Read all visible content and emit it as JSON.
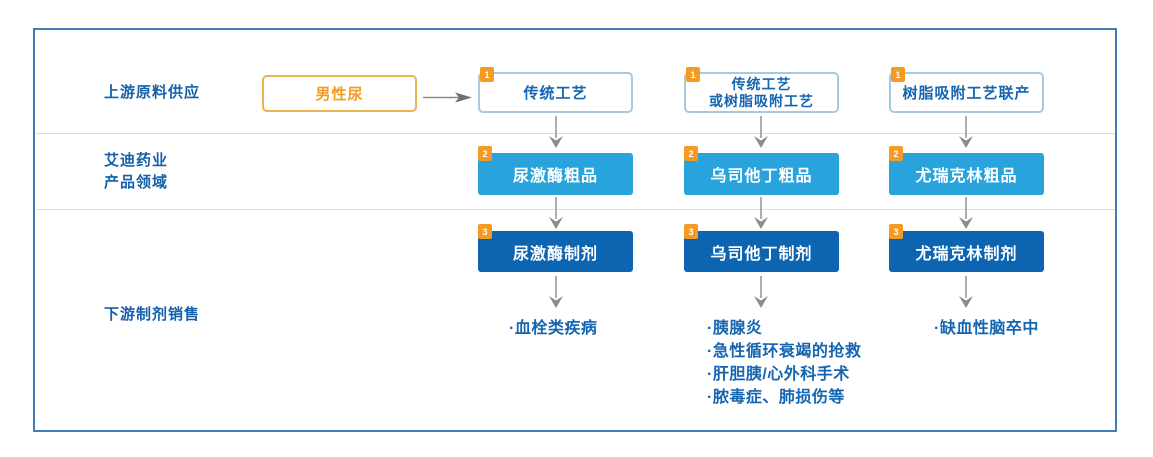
{
  "colors": {
    "frame_border": "#3e7cba",
    "row_label_text": "#1560ab",
    "process_box_border": "#a6c9e2",
    "process_box_text": "#1565b0",
    "source_box_border": "#eab54e",
    "source_box_text": "#f59a23",
    "step_badge_bg": "#f59a23",
    "crude_box_bg": "#29a3dc",
    "formulation_box_bg": "#0d65b1",
    "arrow_gray": "#8c8c8c",
    "divider_gray": "#dcdcdc"
  },
  "row_labels": {
    "upstream": "上游原料供应",
    "company_line1": "艾迪药业",
    "company_line2": "产品领域",
    "downstream": "下游制剂销售"
  },
  "source": {
    "label": "男性尿"
  },
  "columns": [
    {
      "process": {
        "step": "1",
        "lines": [
          "传统工艺"
        ]
      },
      "crude": {
        "step": "2",
        "label": "尿激酶粗品"
      },
      "formulation": {
        "step": "3",
        "label": "尿激酶制剂"
      },
      "indications": [
        "·血栓类疾病"
      ]
    },
    {
      "process": {
        "step": "1",
        "lines": [
          "传统工艺",
          "或树脂吸附工艺"
        ]
      },
      "crude": {
        "step": "2",
        "label": "乌司他丁粗品"
      },
      "formulation": {
        "step": "3",
        "label": "乌司他丁制剂"
      },
      "indications": [
        "·胰腺炎",
        "·急性循环衰竭的抢救",
        "·肝胆胰/心外科手术",
        "·脓毒症、肺损伤等"
      ]
    },
    {
      "process": {
        "step": "1",
        "lines": [
          "树脂吸附工艺联产"
        ]
      },
      "crude": {
        "step": "2",
        "label": "尤瑞克林粗品"
      },
      "formulation": {
        "step": "3",
        "label": "尤瑞克林制剂"
      },
      "indications": [
        "·缺血性脑卒中"
      ]
    }
  ]
}
